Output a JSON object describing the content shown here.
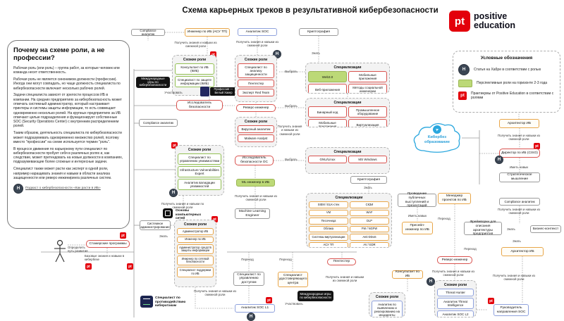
{
  "header": {
    "title": "Схема карьерных треков в результативной кибербезопасности",
    "logo_line1": "positive",
    "logo_line2": "education"
  },
  "icons": {
    "pt": "pt",
    "habr": "H",
    "telegram": "➤"
  },
  "intro": {
    "heading": "Почему на схеме роли, а не профессии?",
    "paragraphs": [
      "Рабочая роль (или роль) – группа работ, за которые человек или команда несет ответственность.",
      "Рабочая роль не является синонимом должности (профессии). Иногда они могут совпадать, но чаще должность специалиста по кибербезопасности включает несколько рабочих ролей.",
      "Задачи специалиста зависят от зрелости процессов ИБ в компании. На средних предприятиях за кибербезопасность может отвечать системный администратор, который настраивает принтеры и системы защиты информации, то есть совмещает одновременно несколько ролей. На крупных предприятиях за ИБ отвечают целые подразделения и функционирует собственные SOC (Security Operations Center) с внутренним распределением ролей.",
      "Таким образом, деятельность специалиста по кибербезопасности может подразумевать одновременно множество ролей, поэтому вместо \"профессии\" на схеме используется термин \"роль\".",
      "В процессе движения по карьерному пути специалист по кибербезопасности пробует себя в различных ролях и, как следствие, может претендовать на новые должности в компаниях, подразумевающие более сложные и интересные задачи.",
      "Специалист также может расти как эксперт в одной роли, например наращивать знания и навыки в области анализа защищенности или реверс-инжиниринга различных систем."
    ],
    "link": "Подкаст о кибербезопасности «Как расти в ИБ»"
  },
  "legend": {
    "title": "Условные обозначения",
    "items": [
      "Статья на Хабре в соответствии с ролью",
      "Перспективные роли на горизонте 2-3 года",
      "Практикумы от Positive Education в соответствии с ролями"
    ]
  },
  "labels": {
    "similar_roles": "Схожие роли",
    "specializations": "Специализации",
    "gain": "Получить знания и навыки из смежной роли",
    "gain_alt": "Получить знания и навыки по смежной роли",
    "know": "Знать",
    "choose": "Выбрать",
    "transition": "Переход",
    "participate": "Участвовать",
    "have_skill": "Иметь навык",
    "define_path": "Определить путь развития",
    "base_skills": "Базовые знания и навыки в кибербезе"
  },
  "cloud": {
    "text": "Кибербез образование"
  },
  "nodes": {
    "compliance": "Compliance аналитик",
    "engineer_asu": "Инженер по ИБ (АСУ ТП)",
    "soc_analyst": "Аналитик SOC",
    "crypto": "Криптография",
    "intl_games": "Международные игры по кибербезопасности",
    "profession_hacker": "Профессия — Белый Хакер",
    "sec_researcher": "Исследователь безопасности",
    "networks_basics": "Основы компьютерных сетей",
    "sys_admin": "Системное администрирование",
    "counter_attacks": "Специалист по противодействию кибератакам",
    "reverse_eng": "Реверс-инженер",
    "os_researcher": "Исследователь безопасности ОС",
    "ml_engineer": "ML-инженер в ИБ",
    "ml_engineer_en": "Machine Learning Engineer",
    "architect": "Архитектор ИБ",
    "ciso": "Директор по ИБ (CISO)",
    "strategic": "Стратегическое мышление",
    "pm": "Менеджер проектов по ИБ",
    "frameworks": "Фреймворки для описания архитектуры предприятия",
    "biz_context": "Бизнес-контекст",
    "public_speaking": "Проведение публичных выступлений и презентаций",
    "presale": "Пресейл-инженер по ИБ",
    "consultant": "Консультант по ИБ",
    "soc_lead": "Руководитель направления SOC",
    "access_mgmt": "Специалист по управлению доступом",
    "ca_specialist": "Специалист удостоверяющего центра",
    "pentester": "Пентестер",
    "soc_l1": "Аналитик SOC L1",
    "internships": "Стажерские программы"
  },
  "clusters": {
    "c1": [
      "Консультант по ИБ (КИБ)",
      "Специалист по защите информации (КИБ)"
    ],
    "c2": [
      "Специалист по управлению уязвимостями",
      "Infrastructure Vulnerabilities Expert",
      "Аналитик валидации уязвимостей"
    ],
    "c3": [
      "Администратор ИБ",
      "Инженер по ИБ",
      "Администратор средств защиты информации",
      "Инженер по сетевой безопасности",
      "Специалист поддержки по ИБ"
    ],
    "c4": [
      "Специалист по анализу защищенности",
      "Пентестер",
      "Эксперт Red Team"
    ],
    "c5": [
      "Вирусный аналитик",
      "Malware Analyst"
    ],
    "c6": [
      "Web3.0",
      "Мобильные приложения",
      "Веб-приложения",
      "Методы социальной инженерии"
    ],
    "c7": [
      "Бинарный код",
      "Промышленное оборудование",
      "Мобильные приложения",
      "Виртуализация"
    ],
    "c8": [
      "GNU/Linux",
      "MS Windows"
    ],
    "c9": [
      "SIEM / ELK-стек",
      "СКЗИ",
      "VM",
      "WAF",
      "Песочница",
      "DLP",
      "Облака",
      "FW / NGFW",
      "Системы виртуализации",
      "Anti-DDoS",
      "АСУ ТП",
      "AV / EDR"
    ],
    "c10": [
      "Threat Hunter",
      "Аналитик Threat Intelligence",
      "Аналитик SOC L2"
    ],
    "c11": [
      "Аналитик по выявлению и реагированию на инциденты"
    ]
  }
}
